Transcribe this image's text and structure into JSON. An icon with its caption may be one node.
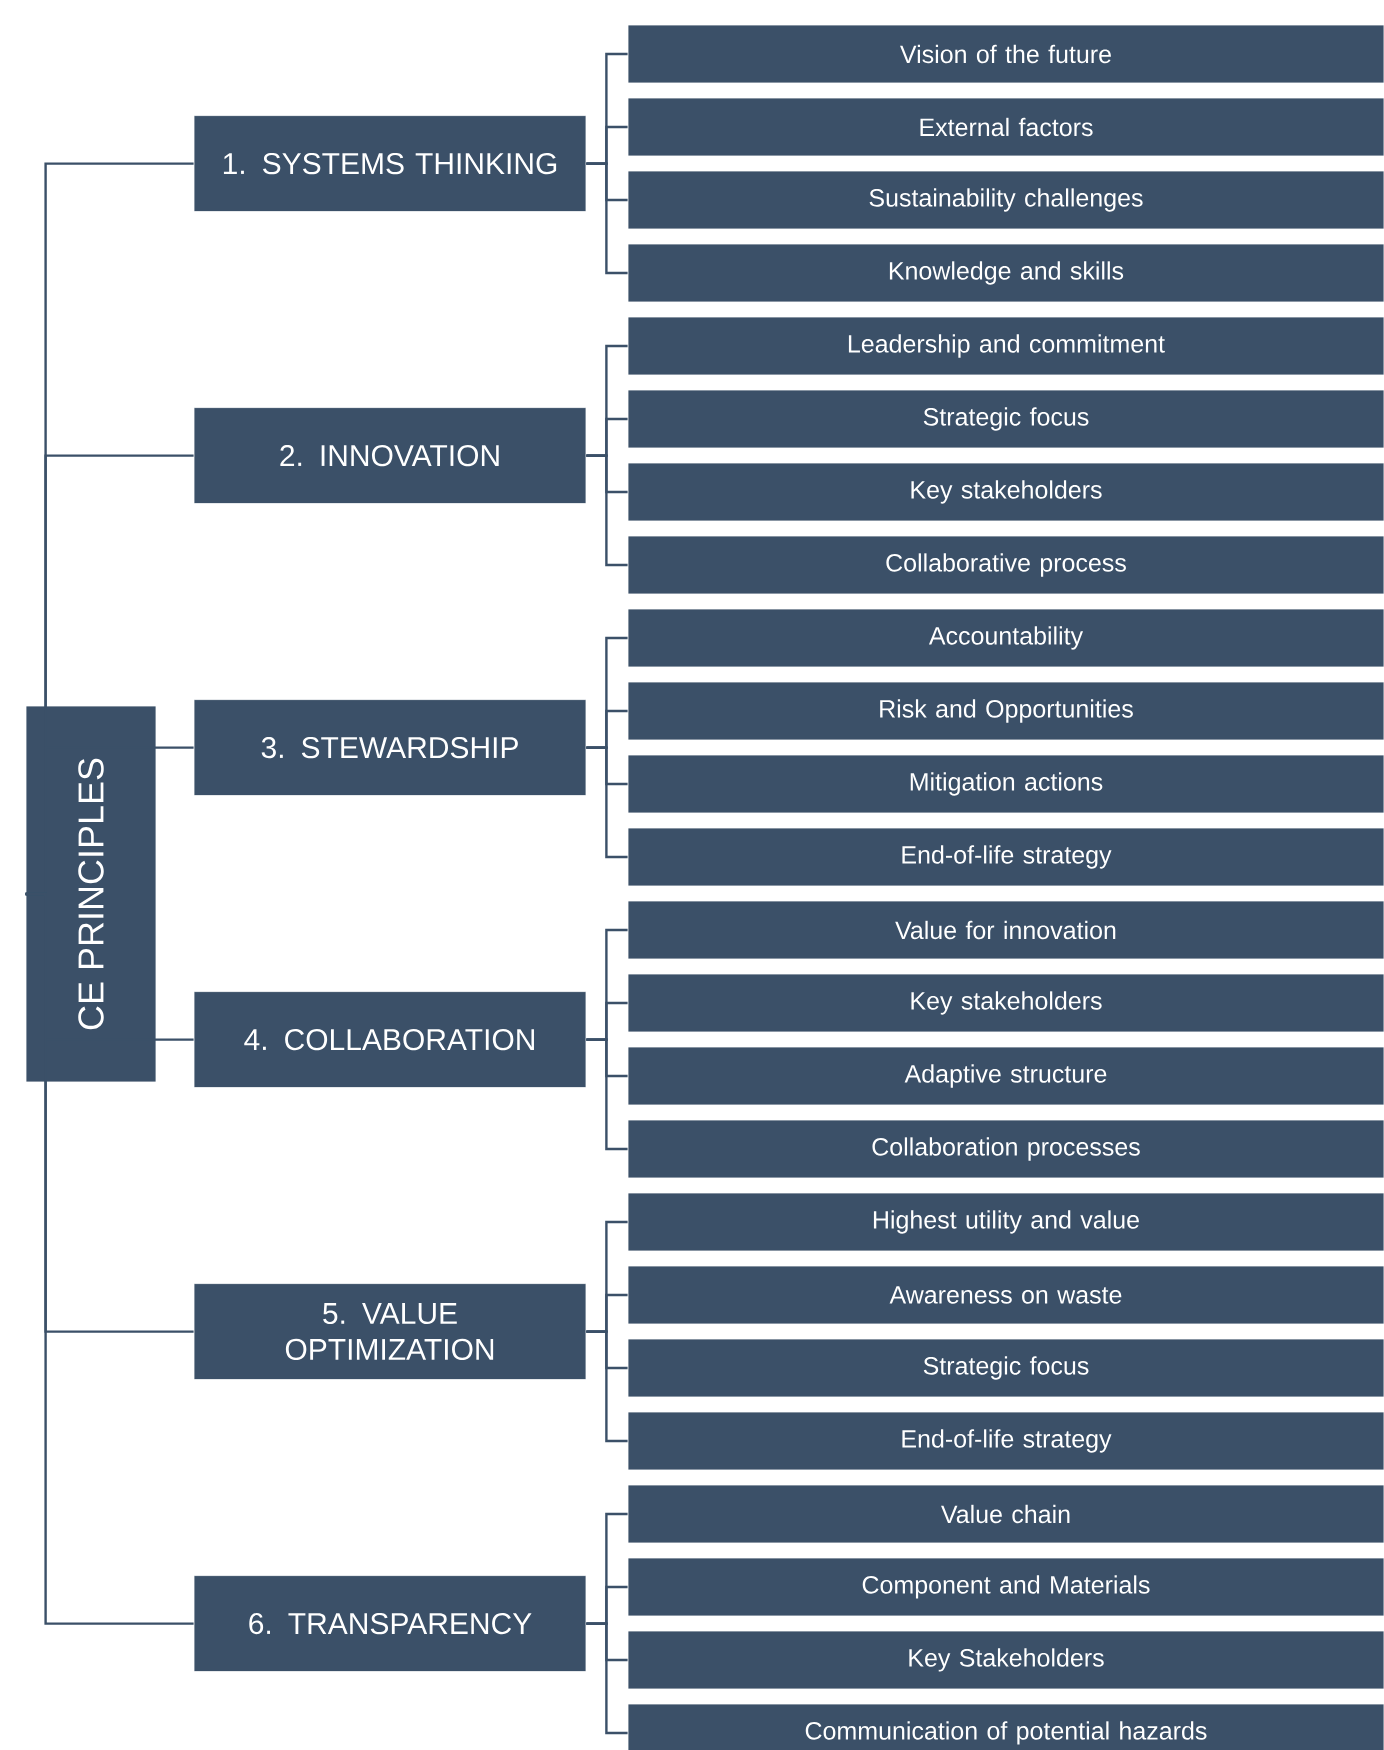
{
  "diagram": {
    "nodes": [
      {
        "text": [
          "CE PRINCIPLES"
        ]
      },
      {
        "text": [
          "1. SYSTEMS THINKING"
        ]
      },
      {
        "text": [
          "Vision of the future"
        ]
      },
      {
        "text": [
          "External factors"
        ]
      },
      {
        "text": [
          "Sustainability challenges"
        ]
      },
      {
        "text": [
          "Knowledge and skills"
        ]
      },
      {
        "text": [
          "2. INNOVATION"
        ]
      },
      {
        "text": [
          "Leadership and commitment"
        ]
      },
      {
        "text": [
          "Strategic focus"
        ]
      },
      {
        "text": [
          "Key stakeholders"
        ]
      },
      {
        "text": [
          "Collaborative process"
        ]
      },
      {
        "text": [
          "3. STEWARDSHIP"
        ]
      },
      {
        "text": [
          "Accountability"
        ]
      },
      {
        "text": [
          "Risk and Opportunities"
        ]
      },
      {
        "text": [
          "Mitigation actions"
        ]
      },
      {
        "text": [
          "End-of-life strategy"
        ]
      },
      {
        "text": [
          "4. COLLABORATION"
        ]
      },
      {
        "text": [
          "Value for innovation"
        ]
      },
      {
        "text": [
          "Key stakeholders"
        ]
      },
      {
        "text": [
          "Adaptive structure"
        ]
      },
      {
        "text": [
          "Collaboration processes"
        ]
      },
      {
        "text": [
          "5. VALUE OPTIMIZATION"
        ]
      },
      {
        "text": [
          "Highest utility and value"
        ]
      },
      {
        "text": [
          "Awareness on waste"
        ]
      },
      {
        "text": [
          "Strategic focus"
        ]
      },
      {
        "text": [
          "End-of-life strategy"
        ]
      },
      {
        "text": [
          "6. TRANSPARENCY"
        ]
      },
      {
        "text": [
          "Value chain"
        ]
      },
      {
        "text": [
          "Component and Materials"
        ]
      },
      {
        "text": [
          "Key Stakeholders"
        ]
      },
      {
        "text": [
          "Communication of potential hazards"
        ]
      }
    ],
    "edges": [
      {
        "from": 0,
        "to": 1,
        "arrow": "none"
      },
      {
        "from": 1,
        "to": 2,
        "arrow": "none"
      },
      {
        "from": 1,
        "to": 3,
        "arrow": "none"
      },
      {
        "from": 1,
        "to": 4,
        "arrow": "none"
      },
      {
        "from": 1,
        "to": 5,
        "arrow": "none"
      },
      {
        "from": 0,
        "to": 6,
        "arrow": "none"
      },
      {
        "from": 6,
        "to": 7,
        "arrow": "none"
      },
      {
        "from": 6,
        "to": 8,
        "arrow": "none"
      },
      {
        "from": 6,
        "to": 9,
        "arrow": "none"
      },
      {
        "from": 6,
        "to": 10,
        "arrow": "none"
      },
      {
        "from": 0,
        "to": 11,
        "arrow": "none"
      },
      {
        "from": 11,
        "to": 12,
        "arrow": "none"
      },
      {
        "from": 11,
        "to": 13,
        "arrow": "none"
      },
      {
        "from": 11,
        "to": 14,
        "arrow": "none"
      },
      {
        "from": 11,
        "to": 15,
        "arrow": "none"
      },
      {
        "from": 0,
        "to": 16,
        "arrow": "none"
      },
      {
        "from": 16,
        "to": 17,
        "arrow": "none"
      },
      {
        "from": 16,
        "to": 18,
        "arrow": "none"
      },
      {
        "from": 16,
        "to": 19,
        "arrow": "none"
      },
      {
        "from": 16,
        "to": 20,
        "arrow": "none"
      },
      {
        "from": 0,
        "to": 21,
        "arrow": "none"
      },
      {
        "from": 21,
        "to": 22,
        "arrow": "none"
      },
      {
        "from": 21,
        "to": 23,
        "arrow": "none"
      },
      {
        "from": 21,
        "to": 24,
        "arrow": "none"
      },
      {
        "from": 21,
        "to": 25,
        "arrow": "none"
      },
      {
        "from": 0,
        "to": 26,
        "arrow": "none"
      },
      {
        "from": 26,
        "to": 27,
        "arrow": "none"
      },
      {
        "from": 26,
        "to": 28,
        "arrow": "none"
      },
      {
        "from": 26,
        "to": 29,
        "arrow": "none"
      },
      {
        "from": 26,
        "to": 30,
        "arrow": "none"
      }
    ]
  }
}
